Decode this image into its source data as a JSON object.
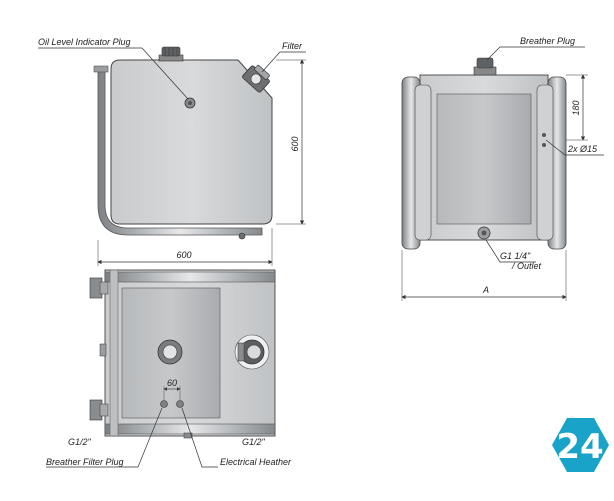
{
  "labels": {
    "oil_level_plug": "Oil Level Indicator Plug",
    "filter": "Filter",
    "breather_plug": "Breather Plug",
    "breather_filter_plug": "Breather Filter Plug",
    "electrical_heater": "Electrical Heather",
    "outlet_thread": "G1 1/4\"",
    "outlet_word": "/ Outlet",
    "holes": "2x Ø15",
    "port_left": "G1/2\"",
    "port_right": "G1/2\""
  },
  "dimensions": {
    "width": "600",
    "height": "600",
    "breather_offset": "180",
    "port_spacing": "60",
    "depth": "A"
  },
  "badge": {
    "text": "24",
    "color": "#1aa3c8"
  }
}
